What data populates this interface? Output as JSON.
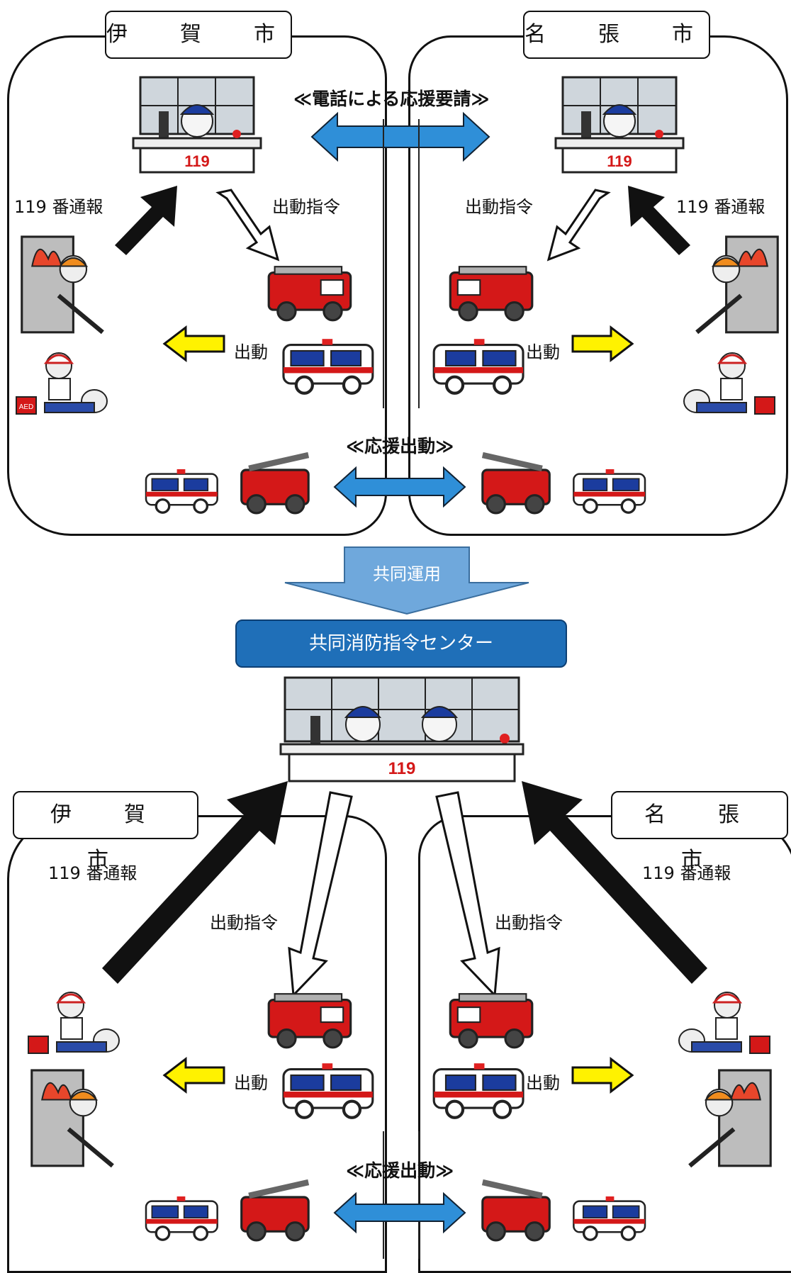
{
  "top": {
    "iga_label": "伊　賀　市",
    "nabari_label": "名　張　市",
    "phone_request": "≪電話による応援要請≫",
    "call_left": "119 番通報",
    "call_right": "119 番通報",
    "dispatch_order_left": "出動指令",
    "dispatch_order_right": "出動指令",
    "dispatch_left": "出動",
    "dispatch_right": "出動",
    "support_dispatch": "≪応援出動≫",
    "console_number_left": "119",
    "console_number_right": "119"
  },
  "transition": {
    "label": "共同運用"
  },
  "center": {
    "title": "共同消防指令センター",
    "console_number": "119"
  },
  "bottom": {
    "iga_label": "伊　賀　市",
    "nabari_label": "名　張　市",
    "call_left": "119 番通報",
    "call_right": "119 番通報",
    "dispatch_order_left": "出動指令",
    "dispatch_order_right": "出動指令",
    "dispatch_left": "出動",
    "dispatch_right": "出動",
    "support_dispatch": "≪応援出動≫"
  },
  "icons": {
    "aed_label": "AED"
  },
  "colors": {
    "blue_arrow": "#2f8fd8",
    "yellow_arrow": "#fff200",
    "center_box": "#1f6fb8",
    "transition_arrow": "#6fa8dc",
    "fire_red": "#d41818"
  }
}
